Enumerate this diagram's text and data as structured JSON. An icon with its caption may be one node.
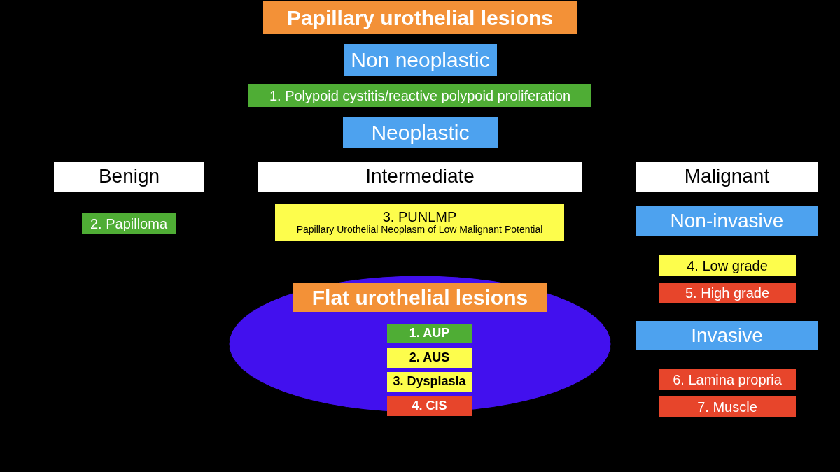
{
  "diagram": {
    "nodes": [
      {
        "text": [
          "Papillary urothelial lesions"
        ]
      },
      {
        "text": [
          "Non neoplastic"
        ]
      },
      {
        "text": [
          "1. Polypoid cystitis/reactive polypoid proliferation"
        ]
      },
      {
        "text": [
          "Neoplastic"
        ]
      },
      {
        "text": [
          "Benign"
        ]
      },
      {
        "text": [
          "Intermediate"
        ]
      },
      {
        "text": [
          "Malignant"
        ]
      },
      {
        "text": [
          "2. Papilloma"
        ]
      },
      {
        "text": [
          "3. PUNLMP",
          "Papillary Urothelial Neoplasm of Low Malignant Potential"
        ]
      },
      {
        "text": [
          "Non-invasive"
        ]
      },
      {
        "text": [
          "4. Low grade"
        ]
      },
      {
        "text": [
          "5. High grade"
        ]
      },
      {
        "text": [],
        "shape": "ellipse"
      },
      {
        "text": [
          "Flat urothelial lesions"
        ],
        "in": 12
      },
      {
        "text": [
          "1. AUP"
        ],
        "in": 12
      },
      {
        "text": [
          "2. AUS"
        ],
        "in": 12
      },
      {
        "text": [
          "3. Dysplasia"
        ],
        "in": 12
      },
      {
        "text": [
          "4. CIS"
        ],
        "in": 12
      },
      {
        "text": [
          "Invasive"
        ]
      },
      {
        "text": [
          "6. Lamina propria"
        ]
      },
      {
        "text": [
          "7. Muscle"
        ]
      }
    ],
    "edges": []
  }
}
